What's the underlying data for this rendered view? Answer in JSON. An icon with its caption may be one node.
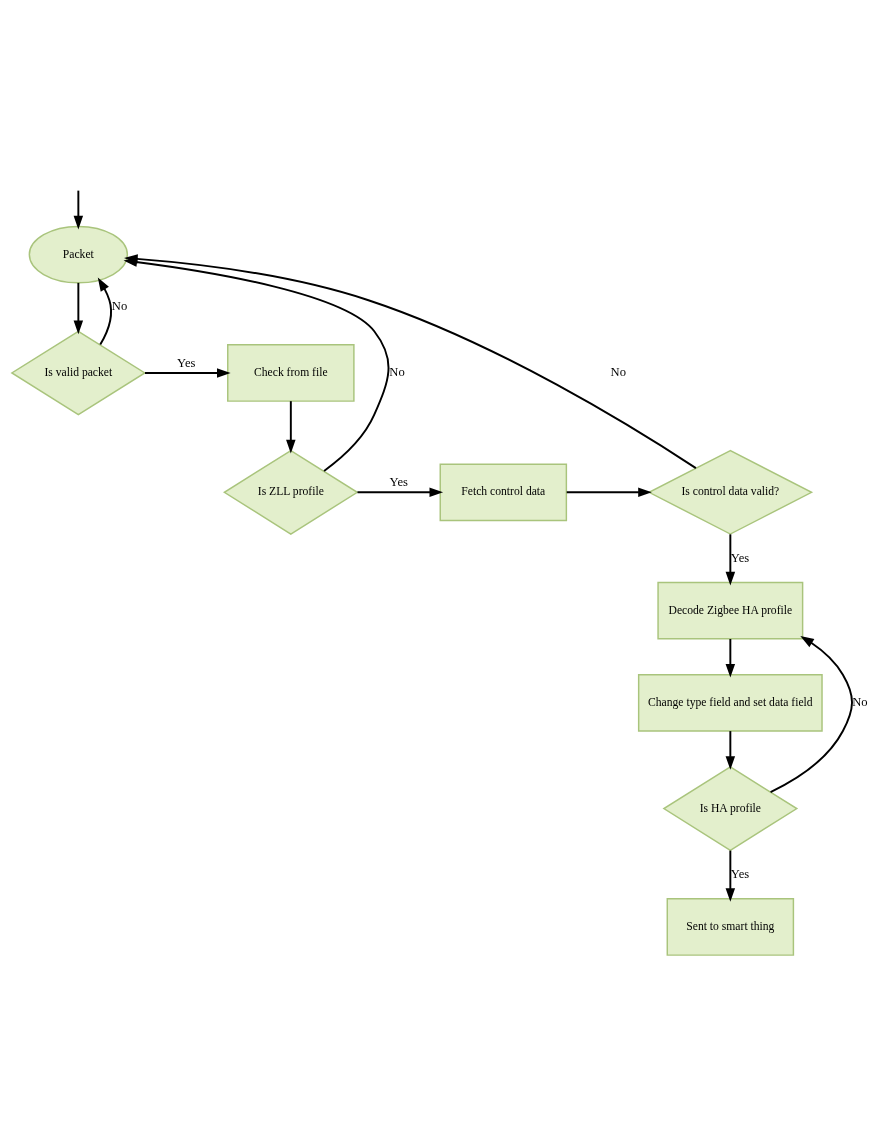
{
  "diagram": {
    "nodes": [
      {
        "text": [
          "Packet"
        ]
      },
      {
        "text": [
          "Is valid packet"
        ]
      },
      {
        "text": [
          "Check from file"
        ]
      },
      {
        "text": [
          "Is ZLL profile"
        ]
      },
      {
        "text": [
          "Fetch control data"
        ]
      },
      {
        "text": [
          "Is control data valid?"
        ]
      },
      {
        "text": [
          "Decode Zigbee HA profile"
        ]
      },
      {
        "text": [
          "Change type field and set data field"
        ]
      },
      {
        "text": [
          "Is HA profile"
        ]
      },
      {
        "text": [
          "Sent to smart thing"
        ]
      }
    ],
    "edges": [
      {
        "from": null,
        "to": 0,
        "arrow": "to"
      },
      {
        "from": 0,
        "to": 1,
        "arrow": "to"
      },
      {
        "from": 1,
        "to": 2,
        "arrow": "to",
        "label": "Yes"
      },
      {
        "from": 1,
        "to": 0,
        "arrow": "to",
        "label": "No"
      },
      {
        "from": 2,
        "to": 3,
        "arrow": "to"
      },
      {
        "from": 3,
        "to": 0,
        "arrow": "to",
        "label": "No"
      },
      {
        "from": 3,
        "to": 4,
        "arrow": "to",
        "label": "Yes"
      },
      {
        "from": 4,
        "to": 5,
        "arrow": "to"
      },
      {
        "from": 5,
        "to": 0,
        "arrow": "to",
        "label": "No"
      },
      {
        "from": 5,
        "to": 6,
        "arrow": "to",
        "label": "Yes"
      },
      {
        "from": 6,
        "to": 7,
        "arrow": "to"
      },
      {
        "from": 7,
        "to": 8,
        "arrow": "to"
      },
      {
        "from": 8,
        "to": 6,
        "arrow": "to",
        "label": "No"
      },
      {
        "from": 8,
        "to": 9,
        "arrow": "to",
        "label": "Yes"
      }
    ]
  }
}
